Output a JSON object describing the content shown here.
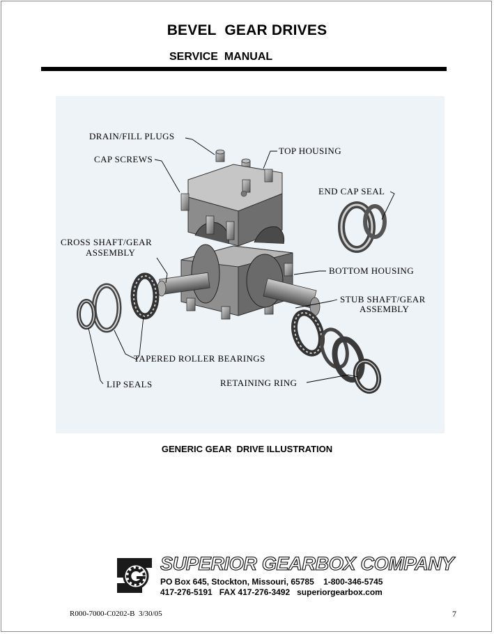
{
  "header": {
    "title": "BEVEL  GEAR DRIVES",
    "subtitle": "SERVICE  MANUAL"
  },
  "figure": {
    "labels": {
      "drain_fill_plugs": "DRAIN/FILL PLUGS",
      "cap_screws": "CAP SCREWS",
      "top_housing": "TOP HOUSING",
      "end_cap_seal": "END CAP SEAL",
      "cross_shaft_line1": "CROSS SHAFT/GEAR",
      "cross_shaft_line2": "ASSEMBLY",
      "bottom_housing": "BOTTOM HOUSING",
      "stub_shaft_line1": "STUB SHAFT/GEAR",
      "stub_shaft_line2": "ASSEMBLY",
      "tapered_roller_bearings": "TAPERED ROLLER BEARINGS",
      "lip_seals": "LIP SEALS",
      "retaining_ring": "RETAINING RING"
    },
    "caption": "GENERIC GEAR  DRIVE ILLUSTRATION"
  },
  "company": {
    "name": "SUPERIOR GEARBOX COMPANY",
    "address_line": "PO Box 645, Stockton, Missouri, 65785    1-800-346-5745",
    "contact_line": "417-276-5191   FAX 417-276-3492   superiorgearbox.com"
  },
  "footer": {
    "document_code": "R000-7000-C0202-B  3/30/05",
    "page_number": "7"
  },
  "colors": {
    "figure_background": "#eef3f8",
    "part_gray": "#9a9a9a",
    "part_dark": "#5a5a5a"
  }
}
